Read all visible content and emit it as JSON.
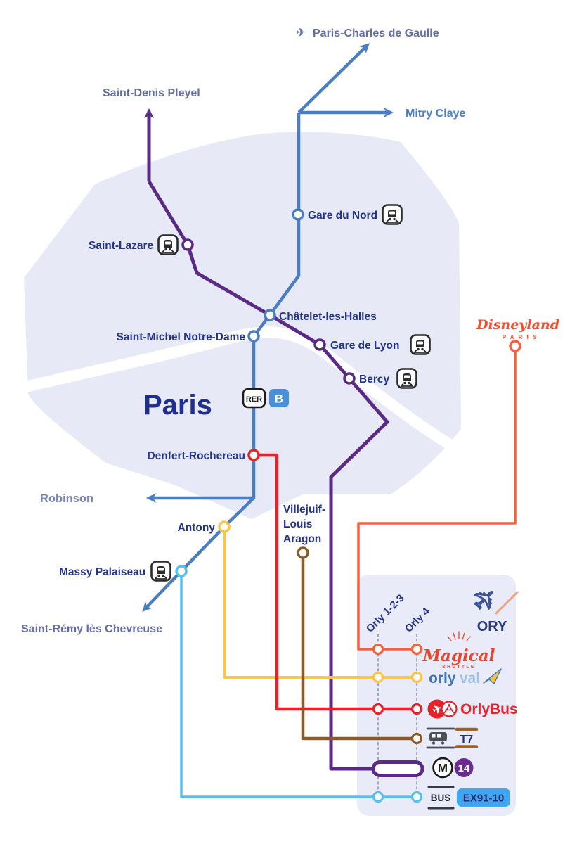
{
  "colors": {
    "rer_b": "#4A7EC0",
    "light_blue": "#55C0F0",
    "yellow": "#FFC443",
    "red": "#E8222B",
    "brown": "#8A5A28",
    "purple": "#5B2A86",
    "orange": "#F4603C",
    "label_navy": "#23338A",
    "label_muted": "#636DA6",
    "mitry_blue": "#4A7EC5",
    "paris_fill": "#E7EAF6",
    "box_fill": "#E9ECF8",
    "badge_blue": "#4A90D9",
    "metro_purple": "#6A2C91",
    "ex_badge_blue": "#3FA6F2",
    "ex_badge_text": "#1A2E6E",
    "disney_orange": "#FF4A26"
  },
  "terminals": {
    "cdg": "Paris-Charles de Gaulle",
    "mitry": "Mitry Claye",
    "saint_denis": "Saint-Denis Pleyel",
    "robinson": "Robinson",
    "saint_remy": "Saint-Rémy lès Chevreuse"
  },
  "stations": {
    "gare_du_nord": "Gare du Nord",
    "saint_lazare": "Saint-Lazare",
    "chatelet": "Châtelet-les-Halles",
    "saint_michel": "Saint-Michel Notre-Dame",
    "gare_de_lyon": "Gare de Lyon",
    "bercy": "Bercy",
    "denfert": "Denfert-Rochereau",
    "antony": "Antony",
    "massy": "Massy Palaiseau",
    "villejuif": [
      "Villejuif-",
      "Louis",
      "Aragon"
    ]
  },
  "region_label": "Paris",
  "badges": {
    "rer": "RER",
    "line_b": "B",
    "metro": "M",
    "line_14": "14",
    "bus": "BUS",
    "ex": "EX91-10",
    "t7": "T7"
  },
  "icons": {
    "plane": "✈"
  },
  "disneyland": {
    "name": "Disneyland",
    "sub": "P A R I S"
  },
  "orly": {
    "code": "ORY",
    "terminal_1": "Orly 1-2-3",
    "terminal_2": "Orly 4",
    "magical": "Magical",
    "magical_sub": "SHUTTLE",
    "orlyval_left": "orly",
    "orlyval_right": "val",
    "orlybus": "OrlyBus"
  }
}
